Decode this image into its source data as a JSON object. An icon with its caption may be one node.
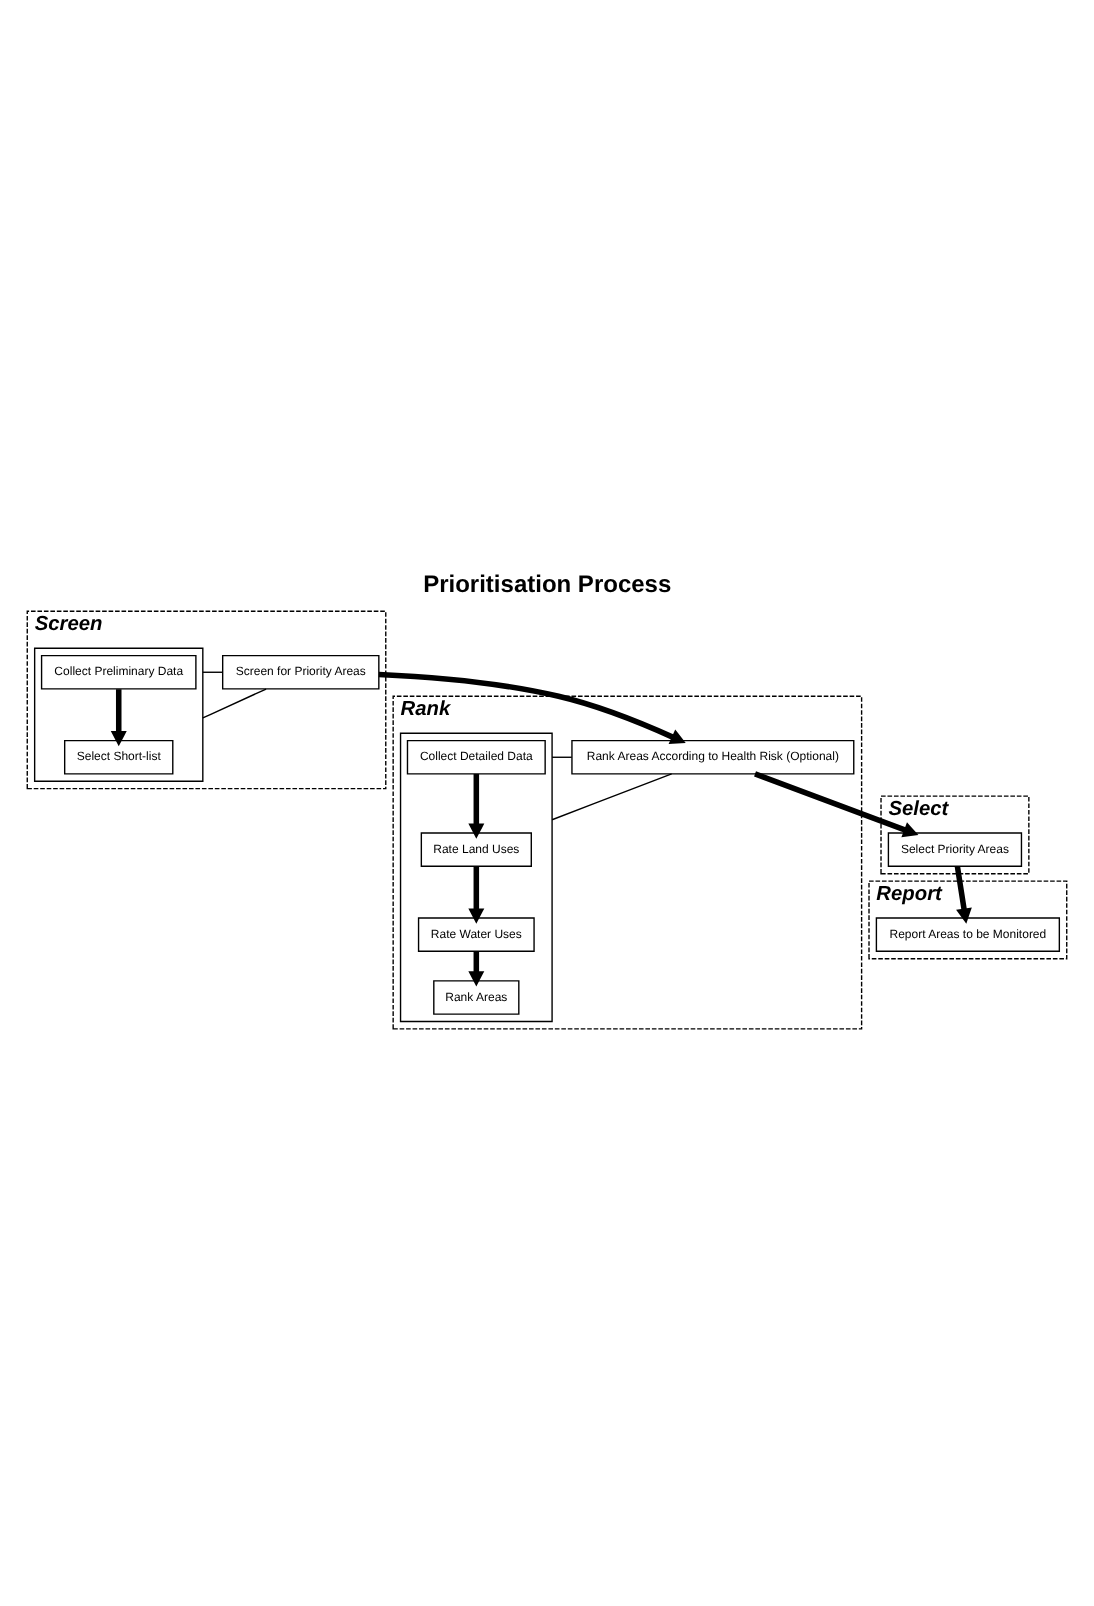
{
  "diagram": {
    "title": "Prioritisation Process",
    "nodes": [
      {
        "text": [
          "Screen"
        ]
      },
      {
        "text": [
          "Screen for Priority Areas"
        ],
        "in": 0
      },
      {
        "text": [],
        "shape": "box",
        "in": 0
      },
      {
        "text": [
          "Collect Preliminary Data"
        ],
        "in": 2
      },
      {
        "text": [
          "Select Short-list"
        ],
        "in": 2
      },
      {
        "text": [
          "Rank"
        ]
      },
      {
        "text": [
          "Rank Areas According to Health Risk (Optional)"
        ],
        "in": 5
      },
      {
        "text": [],
        "shape": "box",
        "in": 5
      },
      {
        "text": [
          "Collect Detailed Data"
        ],
        "in": 7
      },
      {
        "text": [
          "Rate Land Uses"
        ],
        "in": 7
      },
      {
        "text": [
          "Rate Water Uses"
        ],
        "in": 7
      },
      {
        "text": [
          "Rank Areas"
        ],
        "in": 7
      },
      {
        "text": [
          "Select"
        ]
      },
      {
        "text": [
          "Select Priority Areas"
        ],
        "in": 12
      },
      {
        "text": [
          "Report"
        ]
      },
      {
        "text": [
          "Report Areas to be Monitored"
        ],
        "in": 14
      }
    ],
    "edges": [
      {
        "from": 1,
        "to": 2,
        "arrow": "none"
      },
      {
        "from": 1,
        "to": 2,
        "arrow": "none"
      },
      {
        "from": 3,
        "to": 4,
        "arrow": "to"
      },
      {
        "from": 1,
        "to": 6,
        "arrow": "to"
      },
      {
        "from": 6,
        "to": 7,
        "arrow": "none"
      },
      {
        "from": 6,
        "to": 7,
        "arrow": "none"
      },
      {
        "from": 8,
        "to": 9,
        "arrow": "to"
      },
      {
        "from": 9,
        "to": 10,
        "arrow": "to"
      },
      {
        "from": 10,
        "to": 11,
        "arrow": "to"
      },
      {
        "from": 6,
        "to": 13,
        "arrow": "to"
      },
      {
        "from": 13,
        "to": 15,
        "arrow": "to"
      }
    ]
  }
}
